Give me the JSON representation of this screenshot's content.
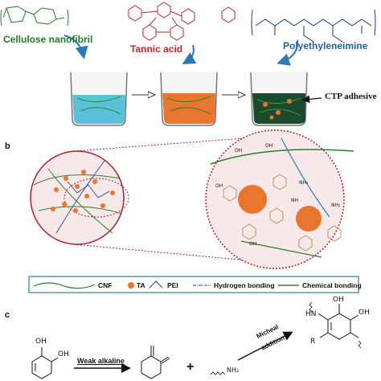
{
  "panel_a": {
    "labels": {
      "cellulose": "Cellulose nanofibril",
      "tannic": "Tannic acid",
      "pei": "Polyethyleneimine",
      "ctp": "CTP adhesive"
    }
  },
  "panel_b": {
    "letter": "b",
    "legend": {
      "cnf": "CNF",
      "ta": "TA",
      "pei": "PEI",
      "hbond": "Hydrogen bonding",
      "cbond": "Chemical bonding"
    },
    "groups": {
      "oh": "OH",
      "nh2": "NH₂",
      "nh": "NH"
    }
  },
  "panel_c": {
    "letter": "c",
    "weak_alkaline": "Weak alkaline",
    "plus": "+",
    "micheal": "Micheal",
    "addition": "addition",
    "oh": "OH",
    "nh2": "NH₂",
    "hn": "HN",
    "r": "R"
  },
  "colors": {
    "green": "#1f7a2a",
    "red": "#c0262e",
    "blue": "#1e5fa8",
    "orange": "#e8762f",
    "dark_green": "#1b4a2e",
    "cyan": "#5cc0d8"
  }
}
